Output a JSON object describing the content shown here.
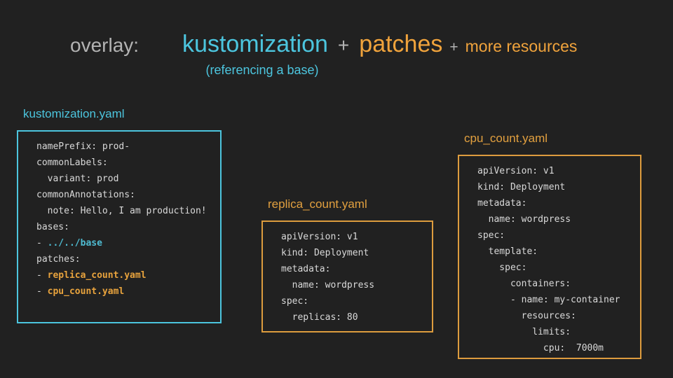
{
  "slide": {
    "title": {
      "overlay": "overlay:",
      "kustomization": "kustomization",
      "plus1": "+",
      "patches": "patches",
      "plus2": "+",
      "more_resources": "more resources",
      "subtitle": "(referencing a base)"
    },
    "colors": {
      "background": "#212121",
      "gray_text": "#b3b3b3",
      "cyan_accent": "#4cc5de",
      "orange_accent": "#f0a33c",
      "orange_border": "#dd9c3e",
      "code_text": "#d9d9d9",
      "code_cyan": "#4fbcd2",
      "code_orange": "#e8a33d"
    },
    "code_boxes": [
      {
        "label": "kustomization.yaml",
        "accent": "cyan",
        "lines": [
          [
            {
              "t": "namePrefix: prod-"
            }
          ],
          [
            {
              "t": "commonLabels:"
            }
          ],
          [
            {
              "t": "  variant: prod"
            }
          ],
          [
            {
              "t": "commonAnnotations:"
            }
          ],
          [
            {
              "t": "  note: Hello, I am production!"
            }
          ],
          [
            {
              "t": "bases:"
            }
          ],
          [
            {
              "t": "- "
            },
            {
              "t": "../../base",
              "c": "cyan",
              "b": true
            }
          ],
          [
            {
              "t": "patches:"
            }
          ],
          [
            {
              "t": "- "
            },
            {
              "t": "replica_count.yaml",
              "c": "orange",
              "b": true
            }
          ],
          [
            {
              "t": "- "
            },
            {
              "t": "cpu_count.yaml",
              "c": "orange",
              "b": true
            }
          ]
        ]
      },
      {
        "label": "replica_count.yaml",
        "accent": "orange",
        "lines": [
          [
            {
              "t": "apiVersion: v1"
            }
          ],
          [
            {
              "t": "kind: Deployment"
            }
          ],
          [
            {
              "t": "metadata:"
            }
          ],
          [
            {
              "t": "  name: wordpress"
            }
          ],
          [
            {
              "t": "spec:"
            }
          ],
          [
            {
              "t": "  replicas: 80"
            }
          ]
        ]
      },
      {
        "label": "cpu_count.yaml",
        "accent": "orange",
        "lines": [
          [
            {
              "t": "apiVersion: v1"
            }
          ],
          [
            {
              "t": "kind: Deployment"
            }
          ],
          [
            {
              "t": "metadata:"
            }
          ],
          [
            {
              "t": "  name: wordpress"
            }
          ],
          [
            {
              "t": "spec:"
            }
          ],
          [
            {
              "t": "  template:"
            }
          ],
          [
            {
              "t": "    spec:"
            }
          ],
          [
            {
              "t": "      containers:"
            }
          ],
          [
            {
              "t": "      - name: my-container"
            }
          ],
          [
            {
              "t": "        resources:"
            }
          ],
          [
            {
              "t": "          limits:"
            }
          ],
          [
            {
              "t": "            cpu:  7000m"
            }
          ]
        ]
      }
    ]
  }
}
